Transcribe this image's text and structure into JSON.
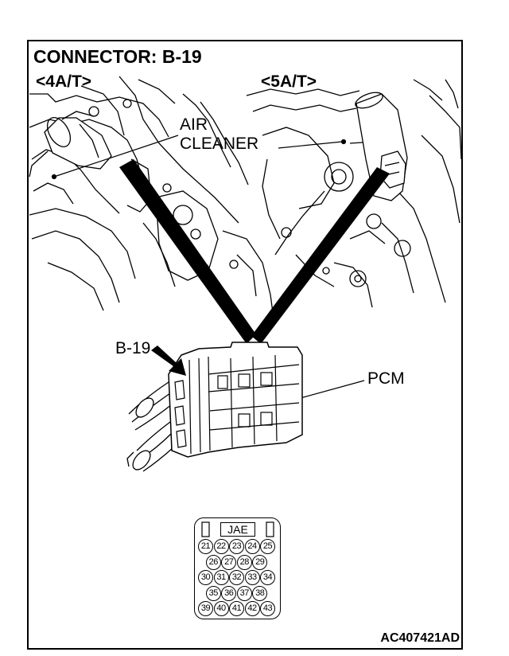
{
  "title": "CONNECTOR: B-19",
  "variants": {
    "left": "<4A/T>",
    "right": "<5A/T>"
  },
  "labels": {
    "air_cleaner_line1": "AIR",
    "air_cleaner_line2": "CLEANER",
    "connector": "B-19",
    "pcm": "PCM"
  },
  "connector_face": {
    "label": "JAE",
    "rows": [
      [
        "21",
        "22",
        "23",
        "24",
        "25"
      ],
      [
        "26",
        "27",
        "28",
        "29"
      ],
      [
        "30",
        "31",
        "32",
        "33",
        "34"
      ],
      [
        "35",
        "36",
        "37",
        "38"
      ],
      [
        "39",
        "40",
        "41",
        "42",
        "43"
      ]
    ]
  },
  "figure_id": "AC407421AD"
}
